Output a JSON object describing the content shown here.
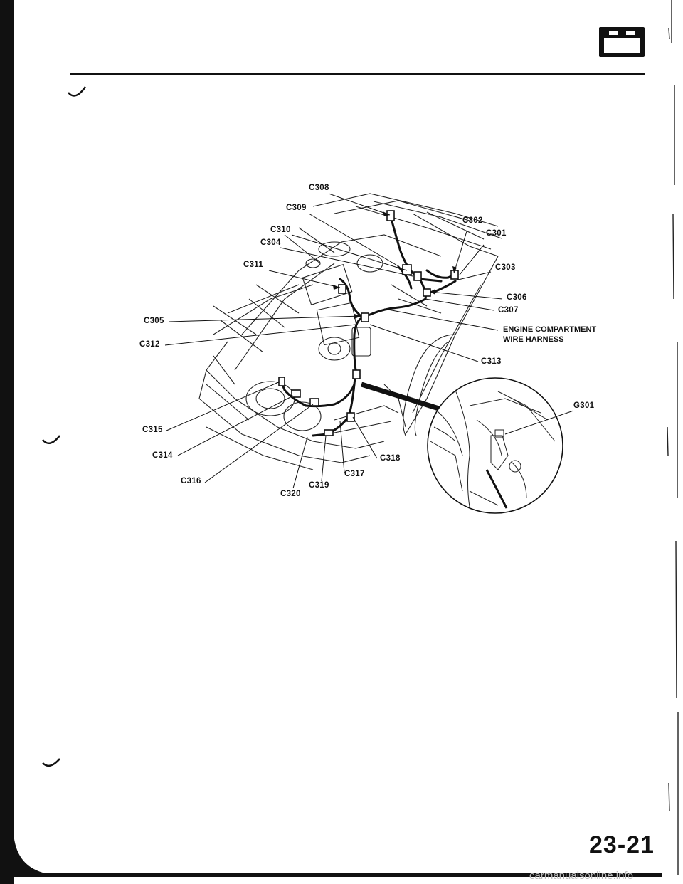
{
  "battery_icon": {
    "icon": "battery-icon",
    "minus": "−",
    "plus": "+"
  },
  "labels": {
    "c308": "C308",
    "c309": "C309",
    "c310": "C310",
    "c304": "C304",
    "c311": "C311",
    "c302": "C302",
    "c301": "C301",
    "c303": "C303",
    "c306": "C306",
    "c307": "C307",
    "c305": "C305",
    "c312": "C312",
    "c313": "C313",
    "g301": "G301",
    "c315": "C315",
    "c314": "C314",
    "c316": "C316",
    "c318": "C318",
    "c317": "C317",
    "c319": "C319",
    "c320": "C320"
  },
  "harness": {
    "line1": "ENGINE COMPARTMENT",
    "line2": "WIRE HARNESS"
  },
  "page_number": "23-21",
  "watermark": "carmanualsonline.info"
}
